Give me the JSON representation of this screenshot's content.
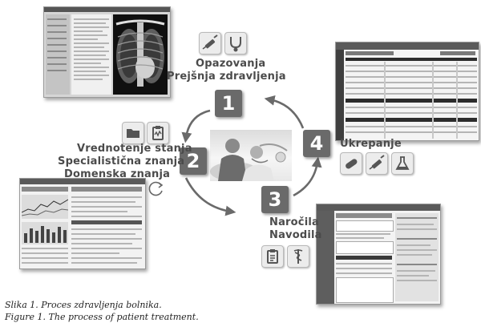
{
  "steps": {
    "one": "1",
    "two": "2",
    "three": "3",
    "four": "4"
  },
  "labels": {
    "step1_line1": "Opazovanja",
    "step1_line2": "Prejšnja zdravljenja",
    "step2_line1": "Vrednotenje stanja",
    "step2_line2": "Specialistična znanja",
    "step2_line3": "Domenska znanja",
    "step3_line1": "Naročila",
    "step3_line2": "Navodila",
    "step4_line1": "Ukrepanje"
  },
  "icons": {
    "step1": [
      "syringe-icon",
      "stethoscope-icon"
    ],
    "step2": [
      "folder-icon",
      "clipboard-icon",
      "refresh-icon"
    ],
    "step3": [
      "clipboard-list-icon",
      "caduceus-icon"
    ],
    "step4": [
      "pill-icon",
      "syringe-icon",
      "flask-icon"
    ]
  },
  "captions": {
    "slovene": "Slika 1. Proces zdravljenja bolnika.",
    "english": "Figure 1. The process of patient treatment."
  }
}
